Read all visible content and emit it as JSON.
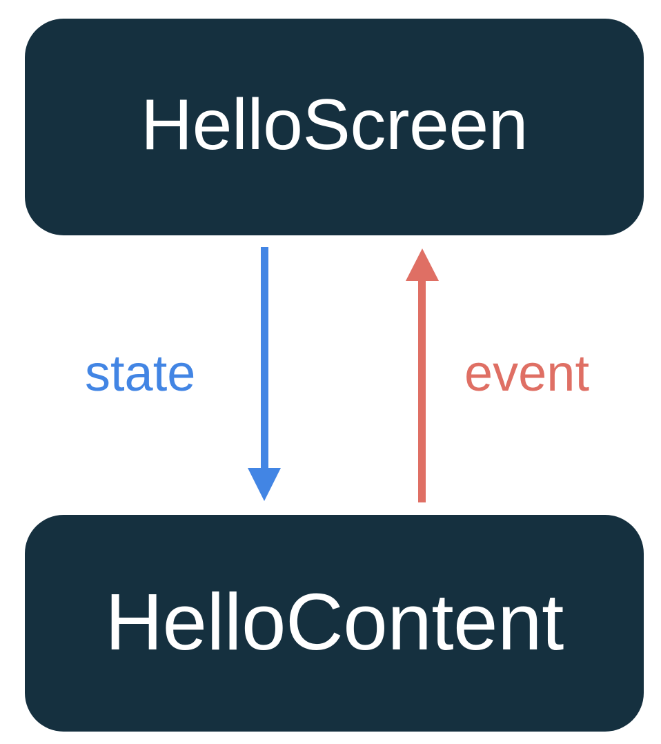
{
  "diagram": {
    "type": "unidirectional-data-flow",
    "background_color": "#ffffff",
    "node_color": "#15303f",
    "node_text_color": "#ffffff",
    "nodes": [
      {
        "id": "hello-screen",
        "label": "HelloScreen"
      },
      {
        "id": "hello-content",
        "label": "HelloContent"
      }
    ],
    "edges": [
      {
        "id": "state-edge",
        "label": "state",
        "color": "#4285e4",
        "from": "HelloScreen",
        "to": "HelloContent",
        "direction": "down"
      },
      {
        "id": "event-edge",
        "label": "event",
        "color": "#df6f64",
        "from": "HelloContent",
        "to": "HelloScreen",
        "direction": "up"
      }
    ]
  }
}
